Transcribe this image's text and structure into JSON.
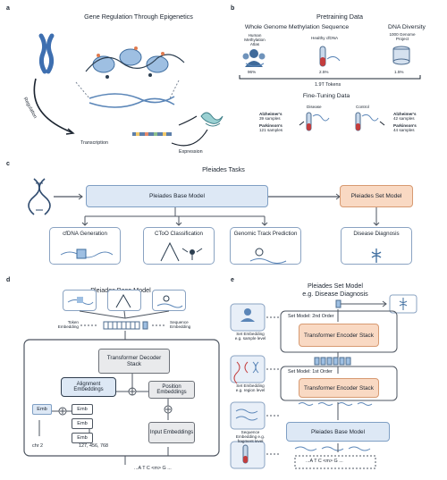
{
  "panels": {
    "a": "a",
    "b": "b",
    "c": "c",
    "d": "d",
    "e": "e"
  },
  "panel_a": {
    "title": "Gene Regulation Through Epigenetics",
    "regulation": "Regulation",
    "transcription": "Transcription",
    "expression": "Expression"
  },
  "panel_b": {
    "pretraining_title": "Pretraining Data",
    "wgms_title": "Whole Genome Methylation Sequence",
    "dna_diversity_title": "DNA Diversity",
    "sources": [
      {
        "name": "Human Methylation Atlas",
        "pct": "96%"
      },
      {
        "name": "Healthy cfDNA",
        "pct": "2.5%"
      },
      {
        "name": "1000 Genome Project",
        "pct": "1.5%"
      }
    ],
    "tokens": "1.9T Tokens",
    "finetune_title": "Fine-Tuning Data",
    "disease_label": "Disease",
    "control_label": "Control",
    "disease_alz": "Alzheimer's",
    "disease_alz_n": "39 samples",
    "disease_park": "Parkinson's",
    "disease_park_n": "121 samples",
    "control_alz": "Alzheimer's",
    "control_alz_n": "42 samples",
    "control_park": "Parkinson's",
    "control_park_n": "44 samples"
  },
  "panel_c": {
    "title": "Pleiades Tasks",
    "base_model": "Pleiades Base Model",
    "set_model": "Pleiades Set Model",
    "tasks": [
      "cfDNA Generation",
      "CToO Classification",
      "Genomic Track Prediction",
      "Disease Diagnosis"
    ]
  },
  "panel_d": {
    "title": "Pleiades Base Model",
    "token_embedding": "Token Embedding",
    "sequence_embedding": "Sequence Embedding",
    "decoder": "Transformer Decoder Stack",
    "alignment": "Alignment Embeddings",
    "position": "Position Embeddings",
    "input": "Input Embeddings",
    "emb": "Emb",
    "chr": "chr 2",
    "positions": "127, 456, 768",
    "sequence": "...A T C <m> G ..."
  },
  "panel_e": {
    "title": "Pleiades Set Model",
    "subtitle": "e.g. Disease Diagnosis",
    "set_embedding_sample": "Set Embedding e.g. sample level",
    "second_order": "Set Model: 2nd Order",
    "transformer_encoder": "Transformer Encoder Stack",
    "set_embedding_region": "Set Embedding e.g. region level",
    "first_order": "Set Model: 1st Order",
    "sequence_embedding_fragment": "Sequence Embedding e.g. fragment level",
    "base_model": "Pleiades Base Model",
    "sequence": "...A T C <m> G ..."
  },
  "colors": {
    "accent_blue": "#dde8f5",
    "accent_peach": "#f9d9c3",
    "line": "#4d5560",
    "dna_blue": "#5b86b8"
  }
}
